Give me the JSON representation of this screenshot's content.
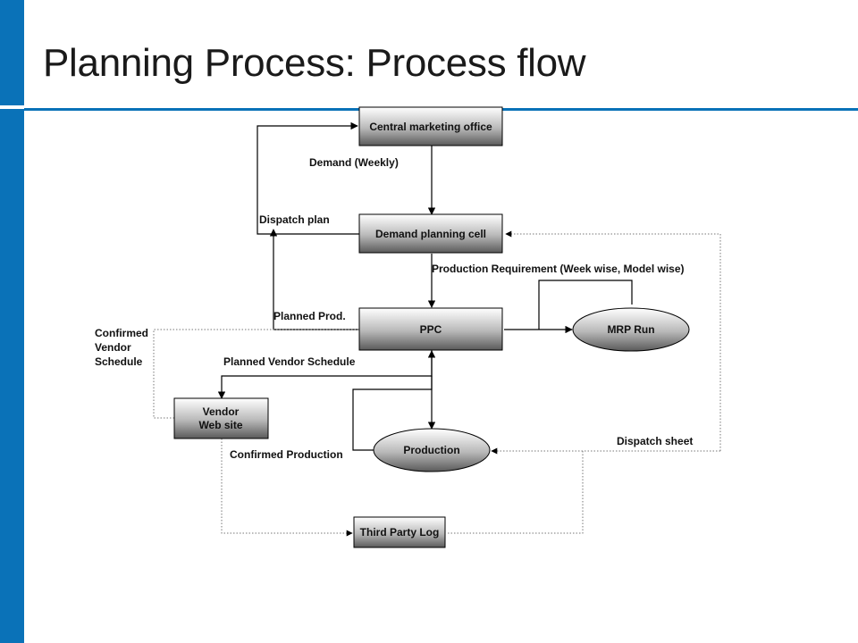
{
  "title": "Planning Process: Process flow",
  "nodes": {
    "cmo": "Central marketing office",
    "dpc": "Demand planning cell",
    "ppc": "PPC",
    "mrp": "MRP Run",
    "vendor_line1": "Vendor",
    "vendor_line2": "Web site",
    "production": "Production",
    "tpl": "Third Party Log"
  },
  "edge_labels": {
    "demand_weekly": "Demand (Weekly)",
    "dispatch_plan": "Dispatch plan",
    "production_requirement": "Production Requirement (Week wise, Model wise)",
    "planned_prod": "Planned Prod.",
    "confirmed_vendor_1": "Confirmed",
    "confirmed_vendor_2": "Vendor",
    "confirmed_vendor_3": "Schedule",
    "planned_vendor_schedule": "Planned Vendor Schedule",
    "dispatch_sheet": "Dispatch sheet",
    "confirmed_production": "Confirmed Production"
  },
  "colors": {
    "brand_blue": "#0a72b8"
  }
}
